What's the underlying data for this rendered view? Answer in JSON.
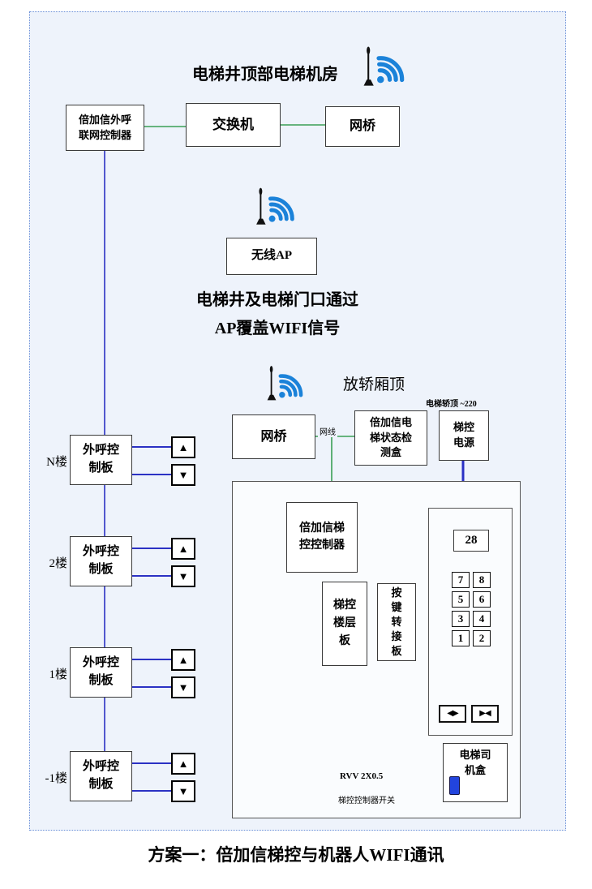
{
  "caption": "方案一：倍加信梯控与机器人WIFI通讯",
  "machine_room": {
    "title": "电梯井顶部电梯机房",
    "controller": "倍加信外呼\n联网控制器",
    "switch": "交换机",
    "bridge": "网桥"
  },
  "shaft": {
    "ap": "无线AP",
    "note": "电梯井及电梯门口通过\nAP覆盖WIFI信号"
  },
  "car": {
    "location": "放轿厢顶",
    "power_note": "电梯轿顶 ~220",
    "bridge": "网桥",
    "cable": "网线",
    "status_box": "倍加信电\n梯状态检\n测盒",
    "power": "梯控\n电源",
    "controller": "倍加信梯\n控控制器",
    "floor_board": "梯控\n楼层\n板",
    "key_adapter": "按\n键\n转\n接\n板",
    "display": "28",
    "keys": [
      "7",
      "8",
      "5",
      "6",
      "3",
      "4",
      "1",
      "2"
    ],
    "door_open": "◀▶",
    "door_close": "▶◀",
    "driver_box": "电梯司\n机盒",
    "cable_spec": "RVV 2X0.5",
    "switch_label": "梯控控制器开关"
  },
  "floors": [
    {
      "label": "N楼",
      "board": "外呼控\n制板"
    },
    {
      "label": "2楼",
      "board": "外呼控\n制板"
    },
    {
      "label": "1楼",
      "board": "外呼控\n制板"
    },
    {
      "label": "-1楼",
      "board": "外呼控\n制板"
    }
  ],
  "icons": {
    "up": "▲",
    "down": "▼"
  },
  "colors": {
    "line_green": "#3aa055",
    "line_blue": "#2b31c4",
    "wifi_blue": "#1b82d9"
  }
}
